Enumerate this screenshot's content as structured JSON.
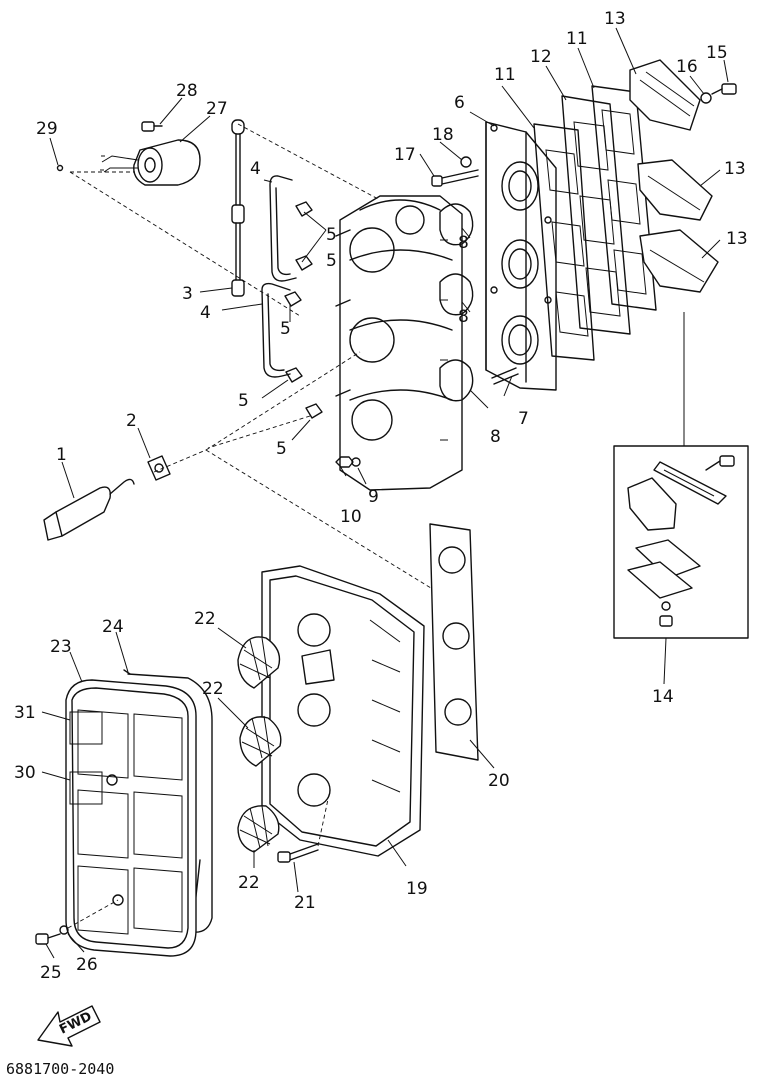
{
  "drawing_code": "6881700-2040",
  "fwd_label": "FWD",
  "callouts": [
    "1",
    "2",
    "3",
    "4",
    "4",
    "5",
    "5",
    "5",
    "5",
    "5",
    "6",
    "7",
    "8",
    "8",
    "8",
    "9",
    "10",
    "11",
    "11",
    "12",
    "13",
    "13",
    "13",
    "14",
    "15",
    "16",
    "17",
    "18",
    "19",
    "20",
    "21",
    "22",
    "22",
    "22",
    "23",
    "24",
    "25",
    "26",
    "27",
    "28",
    "29",
    "30",
    "31"
  ]
}
